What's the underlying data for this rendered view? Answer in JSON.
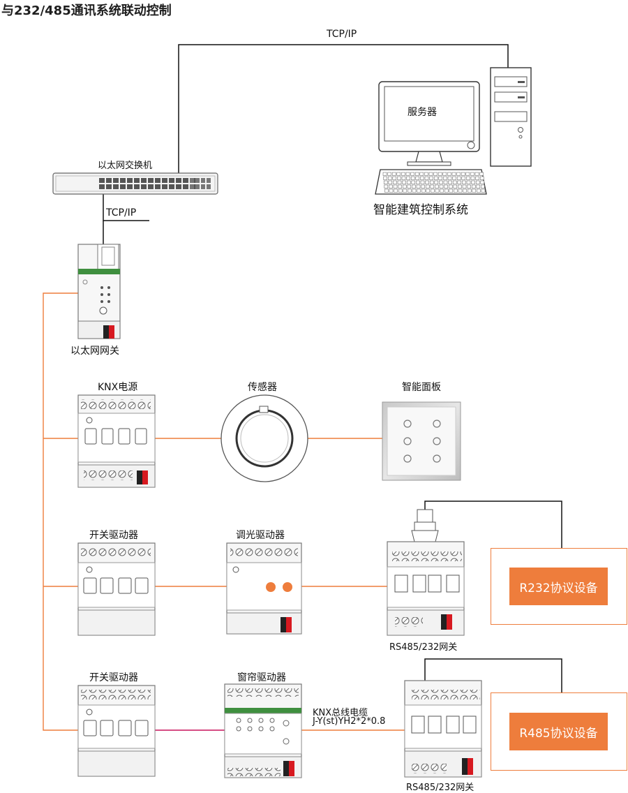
{
  "title": "与232/485通讯系统联动控制",
  "labels": {
    "tcpip_top": "TCP/IP",
    "tcpip_mid": "TCP/IP",
    "server": "服务器",
    "system": "智能建筑控制系统",
    "switch": "以太网交换机",
    "gateway": "以太网网关",
    "knx_power": "KNX电源",
    "sensor": "传感器",
    "panel": "智能面板",
    "switch_actuator_1": "开关驱动器",
    "dimming_actuator": "调光驱动器",
    "rs_gateway_1": "RS485/232网关",
    "switch_actuator_2": "开关驱动器",
    "curtain_actuator": "窗帘驱动器",
    "rs_gateway_2": "RS485/232网关",
    "cable_line1": "KNX总线电缆",
    "cable_line2": "J-Y(st)YH2*2*0.8"
  },
  "devices": {
    "r232": "R232协议设备",
    "r485": "R485协议设备"
  },
  "colors": {
    "bus_line": "#ee7d3c",
    "knx_cable": "#c8105c",
    "accent": "#ee7d3c",
    "device_outline": "#7a7a7a"
  }
}
